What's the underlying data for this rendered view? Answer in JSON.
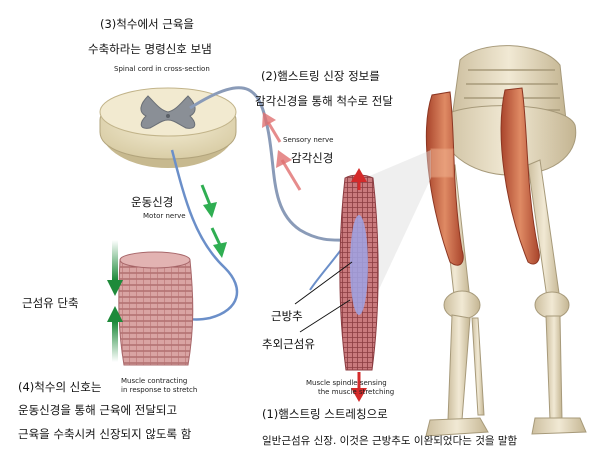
{
  "labels": {
    "step3_line1": "(3)척수에서 근육을",
    "step3_line2": "수축하라는 명령신호 보냄",
    "spinal_cord_en": "Spinal cord in cross-section",
    "step2_line1": "(2)햄스트링 신장 정보를",
    "step2_line2": "감각신경을 통해 척수로 전달",
    "sensory_nerve_en": "Sensory nerve",
    "sensory_nerve_ko": "감각신경",
    "motor_nerve_ko": "운동신경",
    "motor_nerve_en": "Motor nerve",
    "fiber_contraction_ko": "근섬유 단축",
    "muscle_spindle_ko": "근방추",
    "extrafusal_ko": "추외근섬유",
    "step4_line1": "(4)척수의 신호는",
    "step4_line2": "운동신경을 통해 근육에 전달되고",
    "step4_line3": "근육을 수축시켜 신장되지 않도록 함",
    "contracting_en_line1": "Muscle contracting",
    "contracting_en_line2": "in response to stretch",
    "spindle_en_line1": "Muscle spindle sensing",
    "spindle_en_line2": "the muscle stretching",
    "step1_line1": "(1)햄스트링 스트레칭으로",
    "step1_line2": "일반근섬유 신장. 이것은 근방추도 이완되었다는 것을 말함"
  },
  "colors": {
    "sensory_nerve": "#8a9bb8",
    "motor_nerve": "#6b8fc9",
    "stretch_arrow": "#d42a2a",
    "contract_arrow": "#1e8a3a",
    "muscle_fiber": "#c9787a",
    "spinal_gray": "#8a8f96",
    "cord_tissue": "#efe6c8",
    "bone": "#e6dcc4",
    "hamstring": "#c86b4c"
  }
}
